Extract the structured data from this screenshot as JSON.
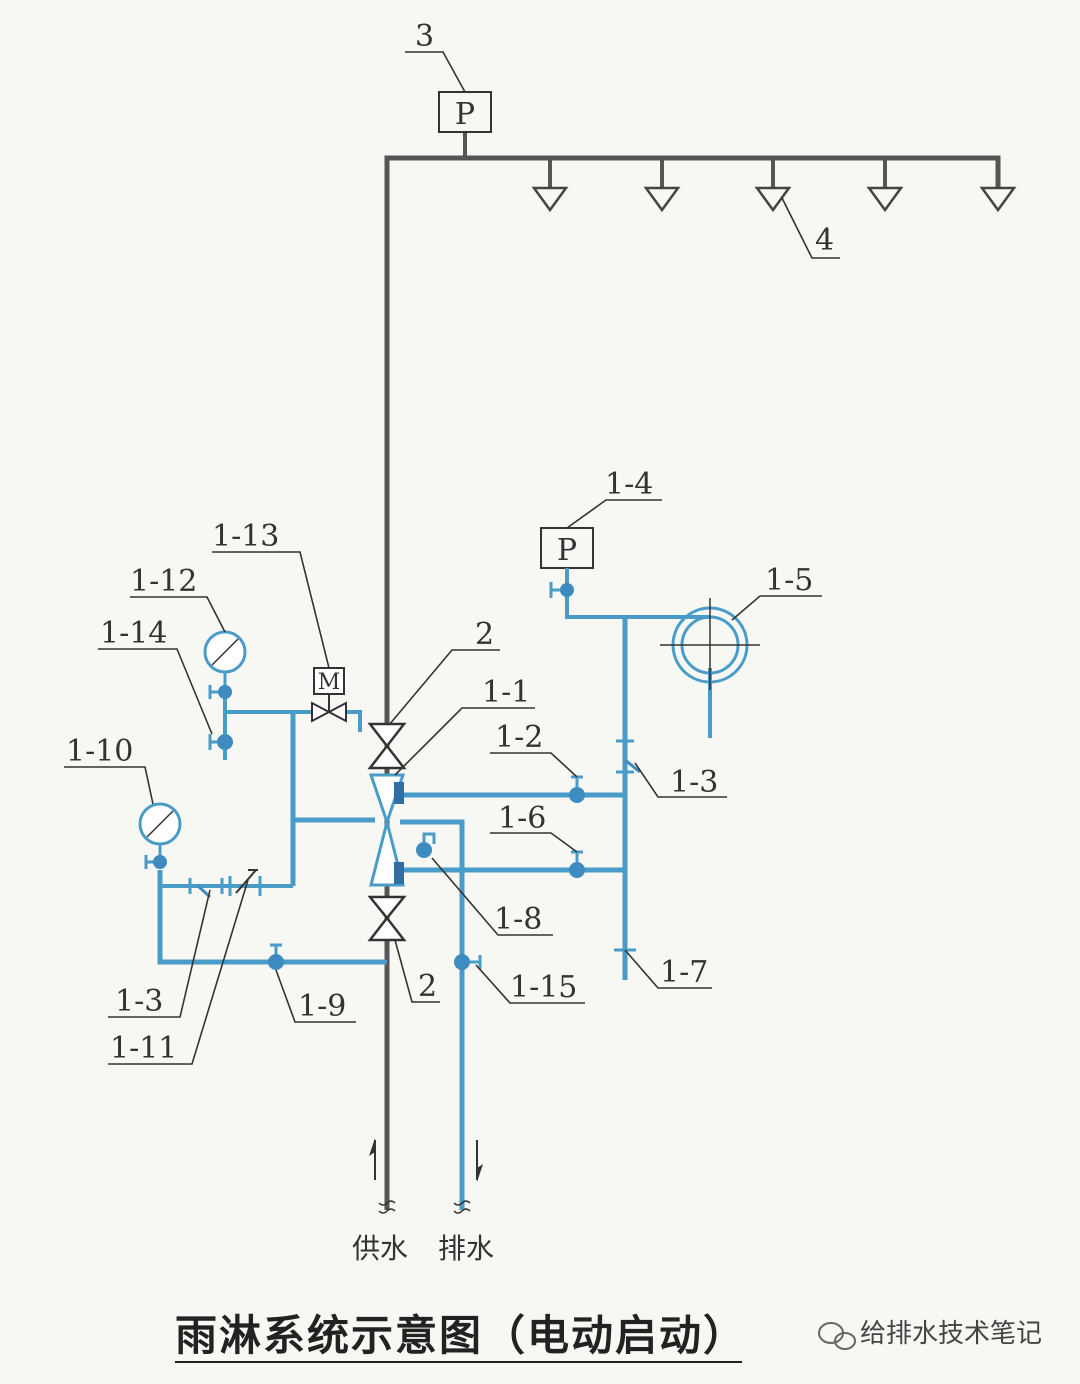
{
  "title": "雨淋系统示意图（电动启动）",
  "watermark": "给排水技术笔记",
  "flow_labels": {
    "supply": "供水",
    "drain": "排水"
  },
  "symbols": {
    "pressure_switch": "P",
    "motor": "M"
  },
  "callouts": {
    "c3": "3",
    "c4": "4",
    "c1_4": "1-4",
    "c1_5": "1-5",
    "c1_13": "1-13",
    "c1_12": "1-12",
    "c1_14": "1-14",
    "c2_top": "2",
    "c1_1": "1-1",
    "c1_2": "1-2",
    "c1_3_right": "1-3",
    "c1_6": "1-6",
    "c1_10": "1-10",
    "c1_8": "1-8",
    "c1_7": "1-7",
    "c2_bottom": "2",
    "c1_15": "1-15",
    "c1_9": "1-9",
    "c1_3_left": "1-3",
    "c1_11": "1-11"
  },
  "colors": {
    "pipe_main": "#555555",
    "pipe_blue": "#4a9cc8",
    "ink": "#333333"
  }
}
